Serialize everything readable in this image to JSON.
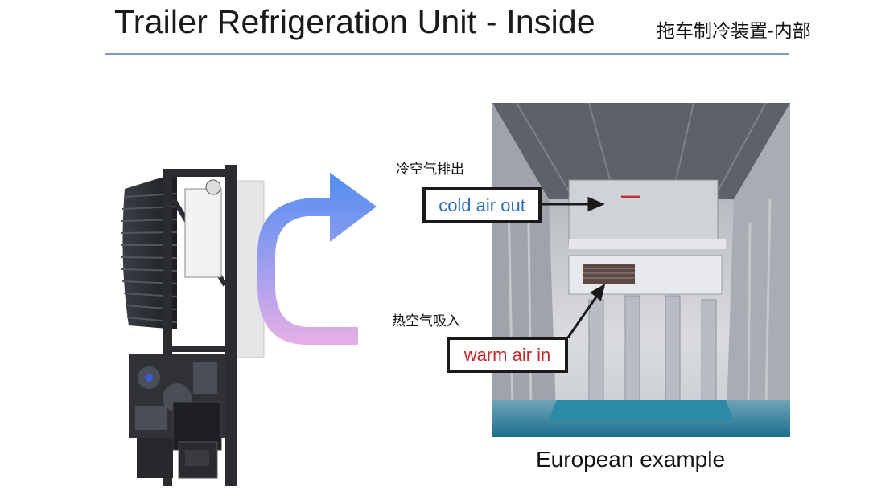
{
  "header": {
    "title": "Trailer Refrigeration Unit - Inside",
    "title_cn": "拖车制冷装置-内部"
  },
  "labels": {
    "cold_cn": "冷空气排出",
    "cold_en": "cold air out",
    "warm_cn": "热空气吸入",
    "warm_en": "warm air in"
  },
  "caption": "European example",
  "colors": {
    "rule": "#7f9db9",
    "arrow_top": "#4f8ef0",
    "arrow_bottom": "#f5b3e3",
    "cold_text": "#2a6fb8",
    "warm_text": "#c0282d"
  }
}
